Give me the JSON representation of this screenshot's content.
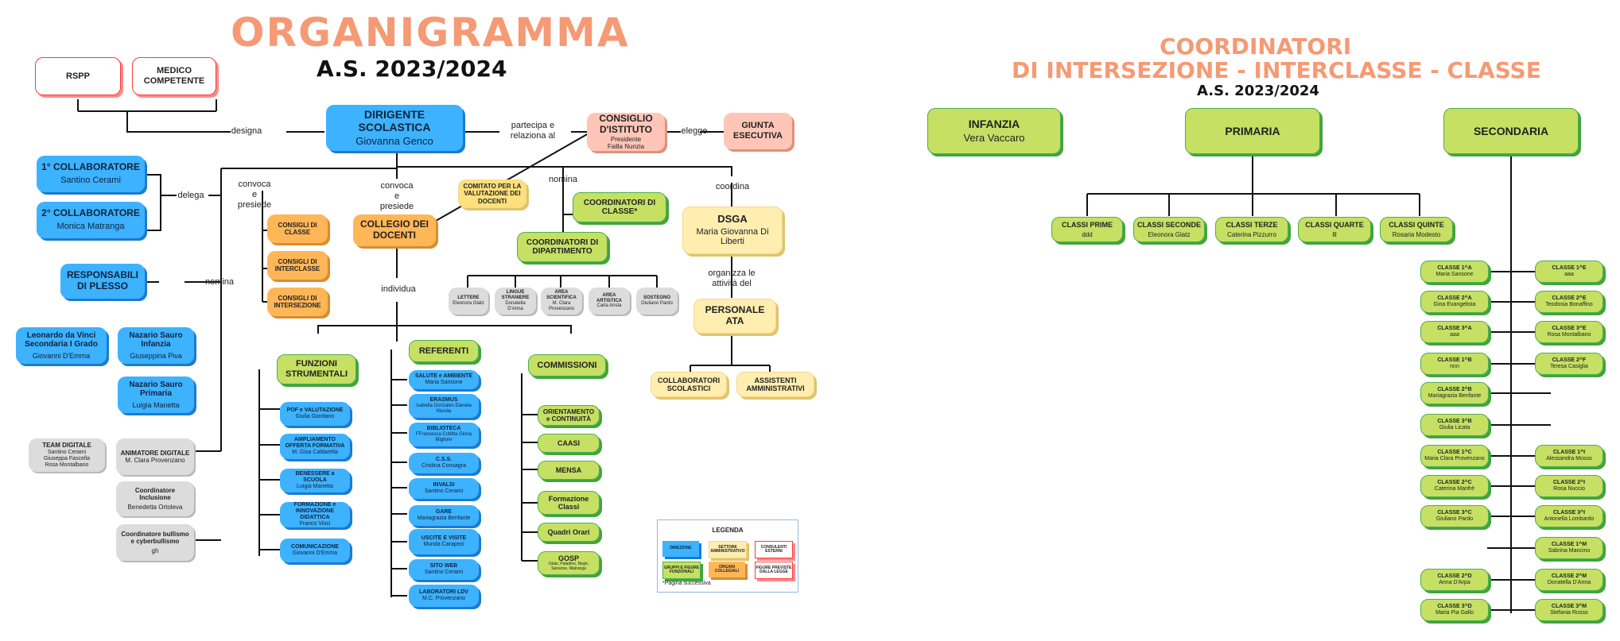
{
  "left": {
    "title": "ORGANIGRAMMA",
    "year": "A.S. 2023/2024",
    "rspp": "RSPP",
    "medico": "MEDICO COMPETENTE",
    "dirigente": {
      "title": "DIRIGENTE SCOLASTICA",
      "name": "Giovanna Genco"
    },
    "consiglio": {
      "title": "CONSIGLIO D'ISTITUTO",
      "sub1": "Presidente",
      "sub2": "Failla Nunzia"
    },
    "giunta": "GIUNTA ESECUTIVA",
    "labels": {
      "designa": "designa",
      "partecipa": "partecipa e relaziona al",
      "elegge": "elegge",
      "delega": "delega",
      "nomina1": "nomina",
      "convoca1": "convoca e presiede",
      "convoca2": "convoca e presiede",
      "nomina2": "nomina",
      "coordina": "coordina",
      "individua": "individua",
      "organizza": "organizza le attività del"
    },
    "collab1": {
      "title": "1° COLLABORATORE",
      "name": "Santino Cerami"
    },
    "collab2": {
      "title": "2° COLLABORATORE",
      "name": "Monica Matranga"
    },
    "resp": "RESPONSABILI DI PLESSO",
    "plesso1": {
      "title": "Leonardo da Vinci Secondaria I Grado",
      "name": "Giovanni D'Emma"
    },
    "plesso2": {
      "title": "Nazario Sauro Infanzia",
      "name": "Giuseppina Piva"
    },
    "plesso3": {
      "title": "Nazario Sauro Primaria",
      "name": "Luigia Manetta"
    },
    "team": {
      "title": "TEAM DIGITALE",
      "n1": "Santino Cerami",
      "n2": "Giuseppa Fascella",
      "n3": "Rosa Montalbano"
    },
    "animatore": {
      "title": "ANIMATORE DIGITALE",
      "name": "M. Clara Provenzano"
    },
    "inclusione": {
      "title": "Coordinatore Inclusione",
      "name": "Benedetta Ortoleva"
    },
    "bullismo": {
      "title": "Coordinatore bullismo e cyberbullismo",
      "name": "gh"
    },
    "consigli": [
      "CONSIGLI DI CLASSE",
      "CONSIGLI DI INTERCLASSE",
      "CONSIGLI DI INTERSEZIONE"
    ],
    "collegio": "COLLEGIO DEI DOCENTI",
    "comitato": "COMITATO PER LA VALUTAZIONE DEI DOCENTI",
    "coordClasse": "COORDINATORI DI CLASSE*",
    "coordDip": "COORDINATORI DI DIPARTIMENTO",
    "dipartimenti": [
      {
        "title": "LETTERE",
        "name": "Eleonora Glatz"
      },
      {
        "title": "LINGUE STRANIERE",
        "name": "Donatella D'Anna"
      },
      {
        "title": "AREA SCIENTIFICA",
        "name": "M. Clara Provenzano"
      },
      {
        "title": "AREA ARTISTICA",
        "name": "Carla Arista"
      },
      {
        "title": "SOSTEGNO",
        "name": "Giuliano Pardo"
      }
    ],
    "dsga": {
      "title": "DSGA",
      "name": "Maria Giovanna Di Liberti"
    },
    "ata": "PERSONALE ATA",
    "collabScol": "COLLABORATORI SCOLASTICI",
    "assistenti": "ASSISTENTI AMMINISTRATIVI",
    "funzioni": "FUNZIONI STRUMENTALI",
    "funzioniItems": [
      {
        "title": "POF e VALUTAZIONE",
        "name": "Giulia Giordano"
      },
      {
        "title": "AMPLIAMENTO OFFERTA FORMATIVA",
        "name": "M. Gisa Caldarella"
      },
      {
        "title": "BENESSERE a SCUOLA",
        "name": "Luigia Manetta"
      },
      {
        "title": "FORMAZIONE e INNOVAZIONE DIDATTICA",
        "name": "Franco Vinci"
      },
      {
        "title": "COMUNICAZIONE",
        "name": "Giovanni D'Emma"
      }
    ],
    "referenti": "REFERENTI",
    "referentiItems": [
      {
        "title": "SALUTE e AMBIENTE",
        "name": "Maria Sansone"
      },
      {
        "title": "ERASMUS",
        "name": "Isabella Gonzales Daniela Munda"
      },
      {
        "title": "BIBLIOTECA",
        "name": "FFrancesca Cottitta Gloria Migliore"
      },
      {
        "title": "C.S.S.",
        "name": "Cristina Consagra"
      },
      {
        "title": "INVALSI",
        "name": "Santino Cerami"
      },
      {
        "title": "GARE",
        "name": "Mariagrazia Benfante"
      },
      {
        "title": "USCITE E VISITE",
        "name": "Munda Carapezi"
      },
      {
        "title": "SITO WEB",
        "name": "Santino Cerami"
      },
      {
        "title": "LABORATORI LDV",
        "name": "M.C. Provenzano"
      }
    ],
    "commissioni": "COMMISSIONI",
    "commissioniItems": [
      {
        "title": "ORIENTAMENTO e CONTINUITÀ",
        "name": ""
      },
      {
        "title": "CAASI",
        "name": ""
      },
      {
        "title": "MENSA",
        "name": ""
      },
      {
        "title": "Formazione Classi",
        "name": ""
      },
      {
        "title": "Quadri Orari",
        "name": ""
      },
      {
        "title": "GOSP",
        "name": "Glatz, Paladino, Negri, Sansone, Matranga"
      }
    ],
    "legend": {
      "title": "LEGENDA",
      "direzione": "DIREZIONE",
      "settore": "SETTORE AMMINISTRATIVO",
      "consulenti": "CONSULENTI ESTERNI",
      "gruppi": "GRUPPI E FIGURE FUNZIONALI",
      "organi": "ORGANI COLLEGIALI",
      "figure": "FIGURE PREVISTE DALLA LEGGE",
      "note": "*Pagina successiva"
    }
  },
  "right": {
    "title1": "COORDINATORI",
    "title2": "DI INTERSEZIONE - INTERCLASSE - CLASSE",
    "year": "A.S. 2023/2024",
    "infanzia": {
      "title": "INFANZIA",
      "name": "Vera Vaccaro"
    },
    "primaria": "PRIMARIA",
    "secondaria": "SECONDARIA",
    "primariaClassi": [
      {
        "title": "CLASSI PRIME",
        "name": "ddd"
      },
      {
        "title": "CLASSI SECONDE",
        "name": "Eleonora Glatz"
      },
      {
        "title": "CLASSI TERZE",
        "name": "Caterina Pizzurro"
      },
      {
        "title": "CLASSI QUARTE",
        "name": "lll"
      },
      {
        "title": "CLASSI QUINTE",
        "name": "Rosaria Modesto"
      }
    ],
    "secLeft": [
      {
        "title": "CLASSE 1^A",
        "name": "Maria Sansone"
      },
      {
        "title": "CLASSE 2^A",
        "name": "Gina Evangelista"
      },
      {
        "title": "CLASSE 3^A",
        "name": "aaa"
      },
      {
        "title": "CLASSE 1^B",
        "name": "nnn"
      },
      {
        "title": "CLASSE 2^B",
        "name": "Mariagrazia Benfante"
      },
      {
        "title": "CLASSE 3^B",
        "name": "Giulia Licata"
      },
      {
        "title": "CLASSE 1^C",
        "name": "Maria Clara Provenzano"
      },
      {
        "title": "CLASSE 2^C",
        "name": "Caterina Manfrè"
      },
      {
        "title": "CLASSE 3^C",
        "name": "Giuliano Pardo"
      },
      {
        "title": "CLASSE 2^D",
        "name": "Anna D'Arpa"
      },
      {
        "title": "CLASSE 3^D",
        "name": "Maria Pia Gallo"
      }
    ],
    "secRight": [
      {
        "title": "CLASSE 1^E",
        "name": "aaa"
      },
      {
        "title": "CLASSE 2^E",
        "name": "Teodosia Bonaffino"
      },
      {
        "title": "CLASSE 3^E",
        "name": "Rosa Montalbano"
      },
      {
        "title": "CLASSE 2^F",
        "name": "Teresa Casiglia"
      },
      {
        "title": "CLASSE 1^I",
        "name": "Alessandra Mosso"
      },
      {
        "title": "CLASSE 2^I",
        "name": "Rosa Nuccio"
      },
      {
        "title": "CLASSE 3^I",
        "name": "Antonella Lombardo"
      },
      {
        "title": "CLASSE 1^M",
        "name": "Sabrina Mancino"
      },
      {
        "title": "CLASSE 2^M",
        "name": "Donatella D'Anna"
      },
      {
        "title": "CLASSE 3^M",
        "name": "Stefania Russo"
      }
    ]
  }
}
